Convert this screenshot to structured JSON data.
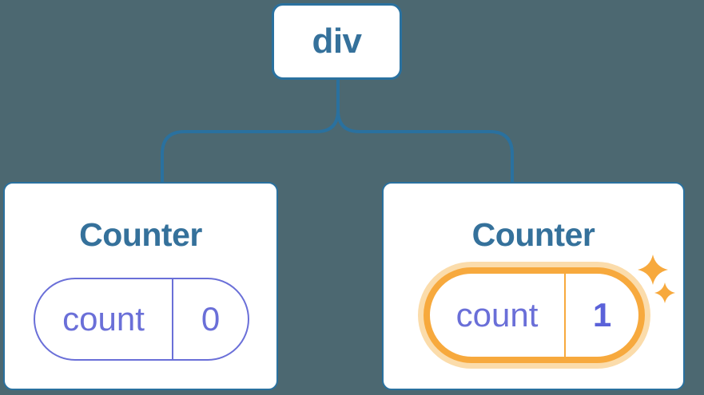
{
  "diagram": {
    "background_color": "#4C6871",
    "root_node": {
      "label": "div"
    },
    "children": [
      {
        "title": "Counter",
        "state": {
          "key": "count",
          "value": "0"
        },
        "highlighted": false
      },
      {
        "title": "Counter",
        "state": {
          "key": "count",
          "value": "1"
        },
        "highlighted": true
      }
    ],
    "icons": {
      "sparkles": "four-point-star"
    },
    "colors": {
      "node_border": "#2A719F",
      "node_text": "#35719B",
      "connector": "#2A719F",
      "state_purple": "#6A6FD8",
      "state_value_bold": "#5B62D9",
      "highlight_orange": "#F7A93D",
      "highlight_halo": "#FBDCAB",
      "card_bg": "#FFFFFF"
    }
  }
}
